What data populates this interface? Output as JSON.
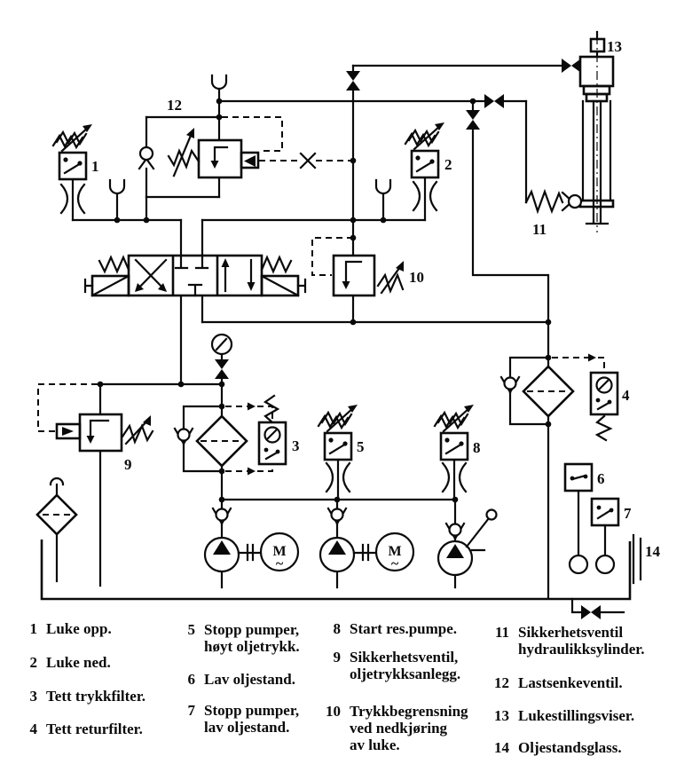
{
  "colors": {
    "ink": "#0a0a0a",
    "bg": "#ffffff"
  },
  "diagram": {
    "labels": {
      "c1": "1",
      "c2": "2",
      "c3": "3",
      "c4": "4",
      "c5": "5",
      "c6": "6",
      "c7": "7",
      "c8": "8",
      "c9": "9",
      "c10": "10",
      "c11": "11",
      "c12": "12",
      "c13": "13",
      "c14": "14"
    },
    "motor_label": "M",
    "motor_wave": "~"
  },
  "legend": {
    "items": [
      {
        "num": "1",
        "lines": [
          "Luke opp."
        ]
      },
      {
        "num": "2",
        "lines": [
          "Luke ned."
        ]
      },
      {
        "num": "3",
        "lines": [
          "Tett trykkfilter."
        ]
      },
      {
        "num": "4",
        "lines": [
          "Tett returfilter."
        ]
      },
      {
        "num": "5",
        "lines": [
          "Stopp pumper,",
          "høyt oljetrykk."
        ]
      },
      {
        "num": "6",
        "lines": [
          "Lav oljestand."
        ]
      },
      {
        "num": "7",
        "lines": [
          "Stopp pumper,",
          "lav oljestand."
        ]
      },
      {
        "num": "8",
        "lines": [
          "Start res.pumpe."
        ]
      },
      {
        "num": "9",
        "lines": [
          "Sikkerhetsventil,",
          "oljetrykksanlegg."
        ]
      },
      {
        "num": "10",
        "lines": [
          "Trykkbegrensning",
          "ved nedkjøring",
          "av luke."
        ]
      },
      {
        "num": "11",
        "lines": [
          "Sikkerhetsventil",
          "hydraulikksylinder."
        ]
      },
      {
        "num": "12",
        "lines": [
          "Lastsenkeventil."
        ]
      },
      {
        "num": "13",
        "lines": [
          "Lukestillingsviser."
        ]
      },
      {
        "num": "14",
        "lines": [
          "Oljestandsglass."
        ]
      }
    ]
  }
}
